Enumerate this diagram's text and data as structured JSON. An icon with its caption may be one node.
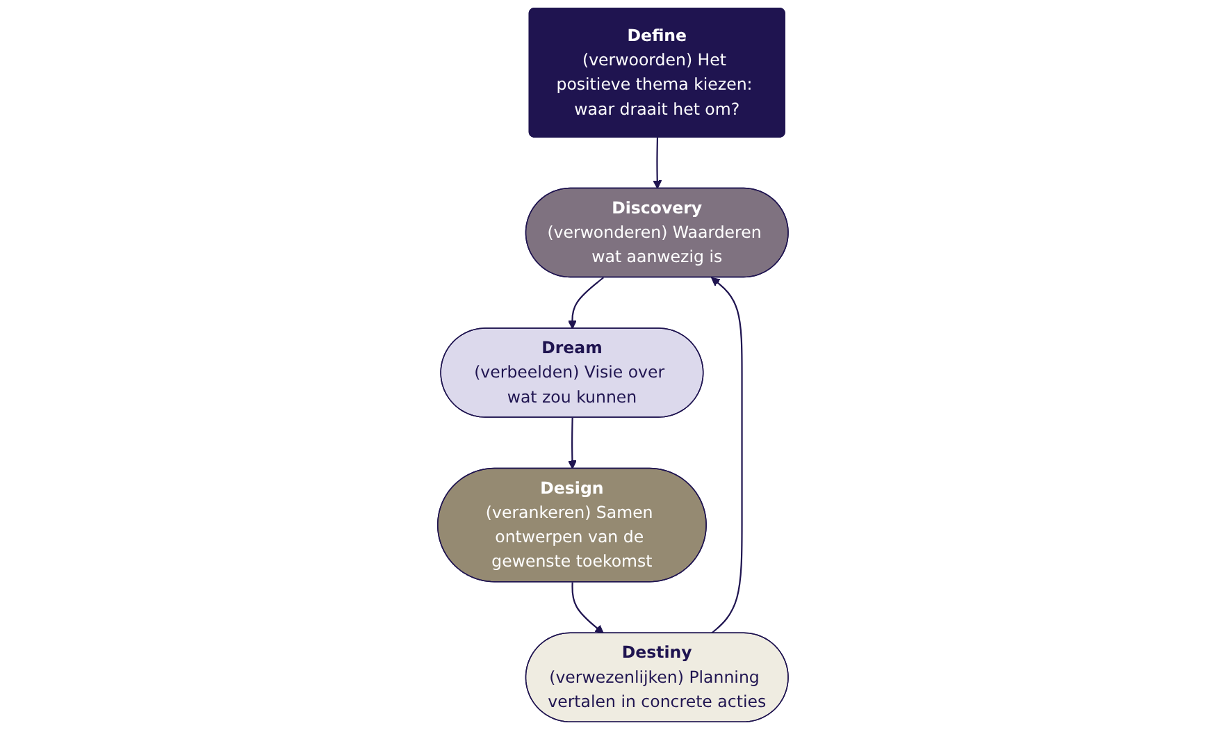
{
  "diagram": {
    "nodes": [
      {
        "text": [
          "Discovery",
          "(verwonderen) Waarderen wat aanwezig is"
        ]
      },
      {
        "text": [
          "Destiny",
          "(verwezenlijken) Planning vertalen in concrete acties"
        ]
      },
      {
        "text": [
          "Define",
          "(verwoorden) Het positieve thema kiezen: waar draait het om?"
        ]
      },
      {
        "text": [
          "Dream",
          "(verbeelden) Visie over wat zou kunnen"
        ]
      },
      {
        "text": [
          "Design",
          "(verankeren) Samen ontwerpen van de gewenste toekomst"
        ]
      }
    ],
    "edges": [
      {
        "from": 0,
        "to": 3,
        "arrow": "to"
      },
      {
        "from": 3,
        "to": 4,
        "arrow": "to"
      },
      {
        "from": 4,
        "to": 1,
        "arrow": "to"
      },
      {
        "from": 1,
        "to": 0,
        "arrow": "to"
      },
      {
        "from": 2,
        "to": 0,
        "arrow": "to"
      }
    ]
  }
}
